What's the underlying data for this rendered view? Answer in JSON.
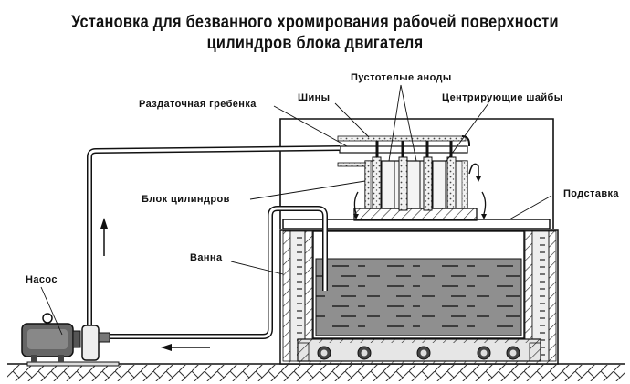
{
  "title": {
    "line1": "Установка для безванного хромирования рабочей поверхности",
    "line2": "цилиндров блока двигателя"
  },
  "labels": {
    "distribution_comb": "Раздаточная гребенка",
    "busbars": "Шины",
    "hollow_anodes": "Пустотелые аноды",
    "centering_washers": "Центрирующие шайбы",
    "cylinder_block": "Блок цилиндров",
    "stand": "Подставка",
    "bath": "Ванна",
    "pump": "Насос"
  },
  "flow_arrows": {
    "return_pipe_direction": "up",
    "pump_inlet_direction": "left"
  }
}
